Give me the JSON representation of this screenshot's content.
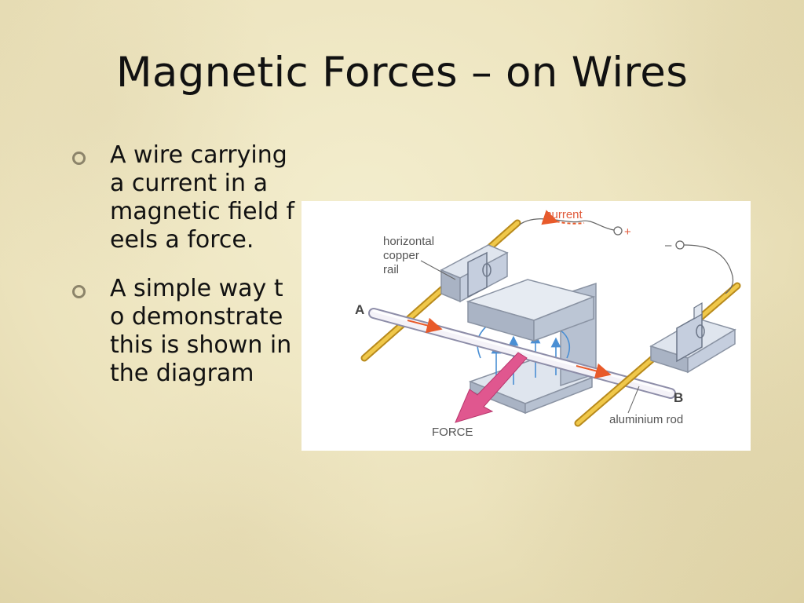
{
  "slide": {
    "title": "Magnetic Forces – on Wires",
    "bullets": [
      {
        "text": "A wire carrying a current in a magnetic field feels a force."
      },
      {
        "text": "A simple way to demonstrate this is shown in the diagram"
      }
    ]
  },
  "diagram": {
    "labels": {
      "current": "current",
      "plus": "+",
      "minus": "–",
      "rail": [
        "horizontal",
        "copper",
        "rail"
      ],
      "end_a": "A",
      "end_b": "B",
      "rod": "aluminium rod",
      "force": "FORCE"
    },
    "colors": {
      "magnet": "#c5cede",
      "rail": "#e6b83a",
      "force_arrow": "#e0578f",
      "current_arrow": "#e85a2a",
      "field_lines": "#4a8fd4"
    }
  }
}
